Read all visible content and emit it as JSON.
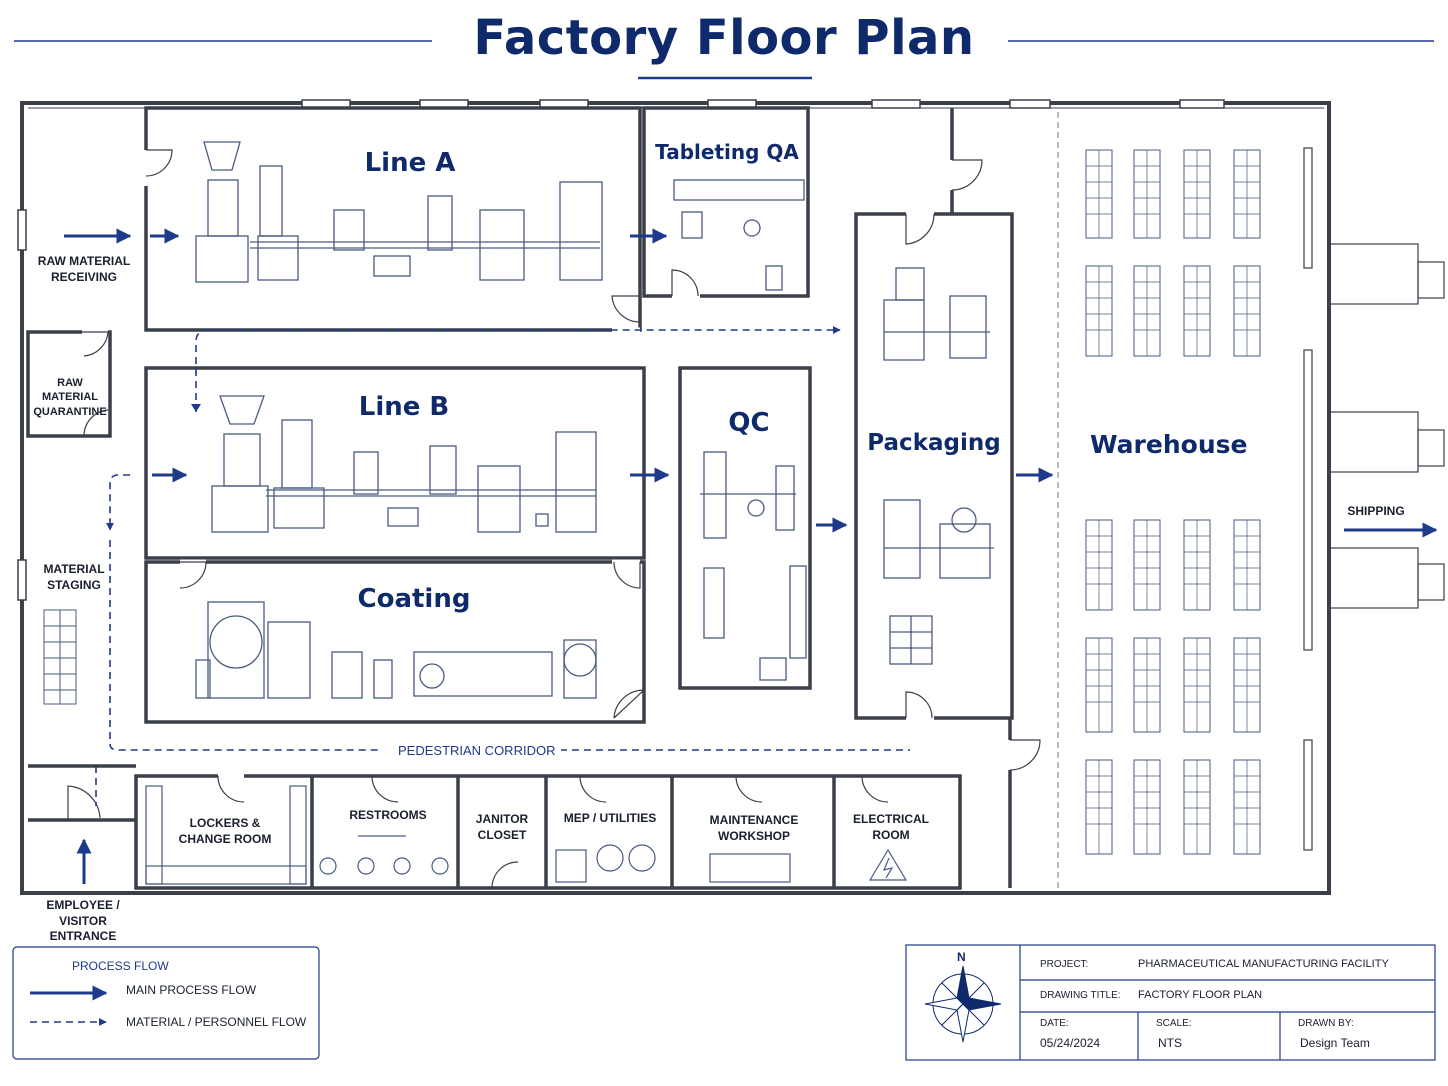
{
  "title": "Factory Floor Plan",
  "areas": {
    "line_a": "Line A",
    "tableting_qa": "Tableting QA",
    "line_b": "Line B",
    "qc": "QC",
    "coating": "Coating",
    "packaging": "Packaging",
    "warehouse": "Warehouse"
  },
  "rooms": {
    "raw_receiving": "RAW MATERIAL\nRECEIVING",
    "raw_quarantine": "RAW MATERIAL\nQUARANTINE",
    "material_staging": "MATERIAL\nSTAGING",
    "lockers": "LOCKERS &\nCHANGE ROOM",
    "restrooms": "RESTROOMS",
    "janitor": "JANITOR\nCLOSET",
    "mep": "MEP / UTILITIES",
    "maintenance": "MAINTENANCE\nWORKSHOP",
    "electrical": "ELECTRICAL\nROOM"
  },
  "labels": {
    "pedestrian_corridor": "PEDESTRIAN CORRIDOR",
    "shipping": "SHIPPING",
    "entrance": "EMPLOYEE / VISITOR\nENTRANCE"
  },
  "legend": {
    "title": "PROCESS FLOW",
    "main_flow": "MAIN PROCESS FLOW",
    "material_flow": "MATERIAL / PERSONNEL FLOW"
  },
  "title_block": {
    "compass_letter": "N",
    "project_key": "PROJECT:",
    "project_val": "PHARMACEUTICAL MANUFACTURING FACILITY",
    "drawing_key": "DRAWING TITLE:",
    "drawing_val": "FACTORY FLOOR PLAN",
    "date_key": "DATE:",
    "date_val": "05/24/2024",
    "scale_key": "SCALE:",
    "scale_val": "NTS",
    "drawn_key": "DRAWN BY:",
    "drawn_val": "Design Team"
  },
  "colors": {
    "navy": "#0e2a6b",
    "flow_blue": "#1e3a8a",
    "wall": "#3a3f4a",
    "equipment": "#4a5a80"
  }
}
